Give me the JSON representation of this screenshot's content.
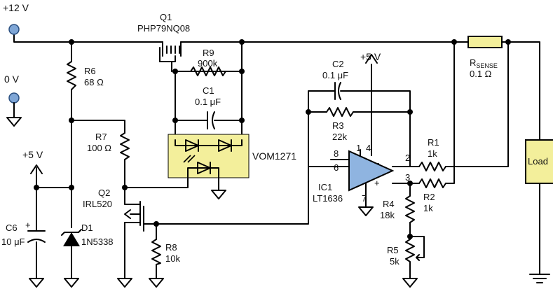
{
  "colors": {
    "wire": "#000000",
    "terminal": "#7fa6d6",
    "opto": "#f3ef9b",
    "opamp": "#8fb4e0",
    "load": "#f3ef9b"
  },
  "labels": {
    "v12": "+12 V",
    "v0": "0 V",
    "v5a": "+5 V",
    "v5b": "+5 V",
    "q1": "Q1",
    "q1p": "PHP79NQ08",
    "r9": "R9",
    "r9v": "900k",
    "c1": "C1",
    "c1v": "0.1 μF",
    "r6": "R6",
    "r6v": "68 Ω",
    "r7": "R7",
    "r7v": "100 Ω",
    "opto": "VOM1271",
    "q2": "Q2",
    "q2p": "IRL520",
    "r8": "R8",
    "r8v": "10k",
    "c6": "C6",
    "c6v": "10 μF",
    "d1": "D1",
    "d1p": "1N5338",
    "c2": "C2",
    "c2v": "0.1 μF",
    "r3": "R3",
    "r3v": "22k",
    "ic1": "IC1",
    "ic1p": "LT1636",
    "pin8": "8",
    "pin6": "6",
    "pin1": "1",
    "pin4": "4",
    "pin2": "2",
    "pin3": "3",
    "pin7": "7",
    "minus": "−",
    "plus": "+",
    "r1": "R1",
    "r1v": "1k",
    "r2": "R2",
    "r2v": "1k",
    "r4": "R4",
    "r4v": "18k",
    "r5": "R5",
    "r5v": "5k",
    "rsense": "R",
    "rsense_sub": "SENSE",
    "rsensev": "0.1 Ω",
    "load": "Load"
  }
}
